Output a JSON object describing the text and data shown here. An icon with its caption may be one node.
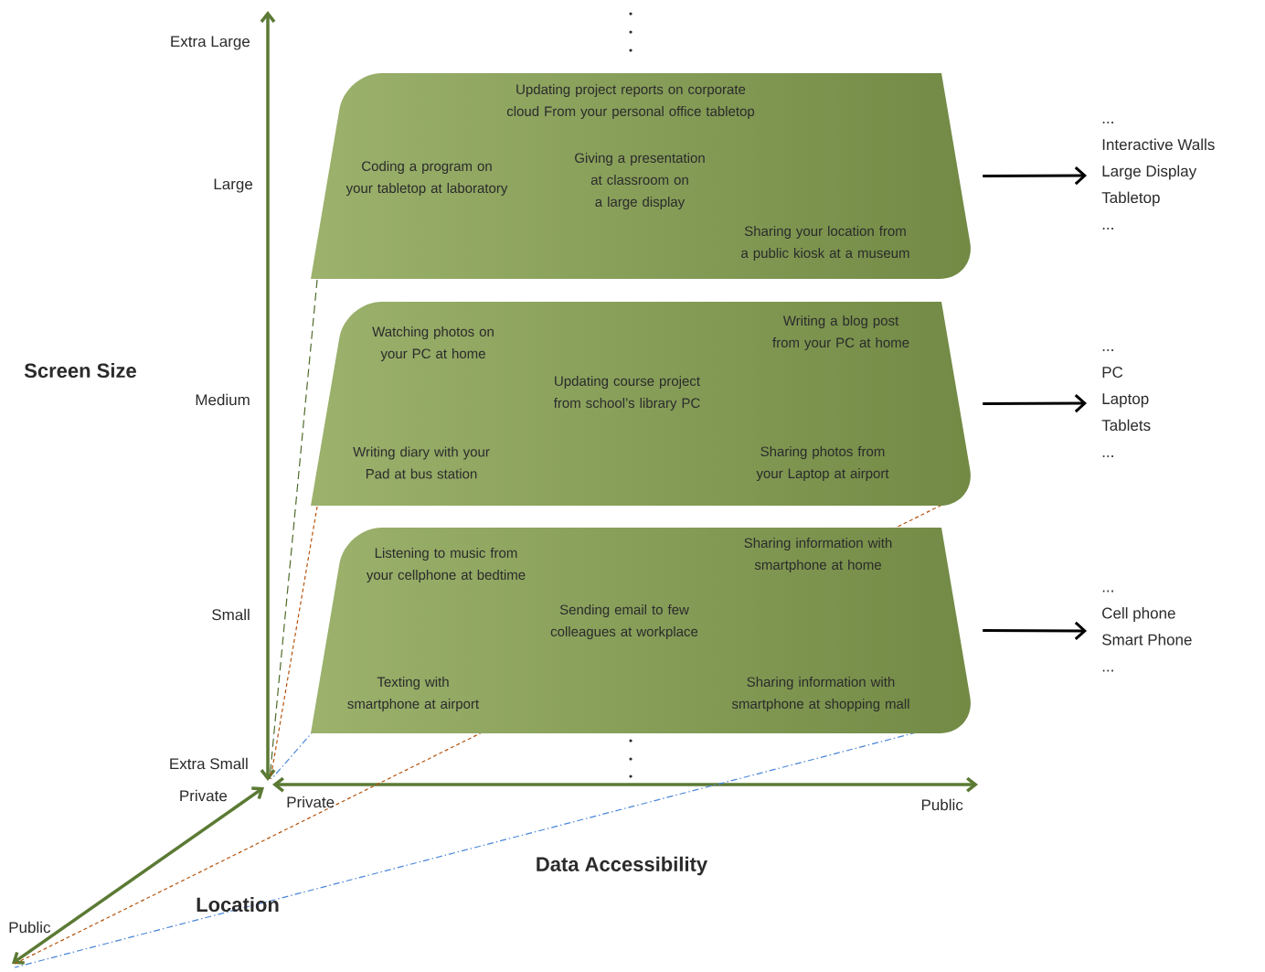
{
  "diagram": {
    "nodes": [
      {
        "text": [
          "Updating project reports on corporate cloud From your personal office tabletop",
          "Coding a program on your tabletop at laboratory",
          "Giving a presentation at classroom on a large display",
          "Sharing your location from a public kiosk at a museum"
        ]
      },
      {
        "text": [
          "Watching photos on your PC at home",
          "Writing a blog post from your PC at home",
          "Updating course project from school’s library PC",
          "Writing diary with your Pad at bus station",
          "Sharing photos from your Laptop at airport"
        ]
      },
      {
        "text": [
          "Listening to music from your cellphone at bedtime",
          "Sharing information with smartphone at home",
          "Sending email to few colleagues at workplace",
          "Texting with smartphone at airport",
          "Sharing information with smartphone at shopping mall"
        ]
      },
      {
        "text": [
          "...",
          "Interactive Walls",
          "Large Display",
          "Tabletop",
          "..."
        ]
      },
      {
        "text": [
          "...",
          "PC",
          "Laptop",
          "Tablets",
          "..."
        ]
      },
      {
        "text": [
          "...",
          "Cell phone",
          "Smart Phone",
          "..."
        ]
      }
    ],
    "edges": [
      {
        "from": 0,
        "to": 3,
        "arrow": "to"
      },
      {
        "from": 1,
        "to": 4,
        "arrow": "to"
      },
      {
        "from": 2,
        "to": 5,
        "arrow": "to"
      }
    ],
    "labels": [
      "Extra Large",
      "Large",
      "Screen Size",
      "Medium",
      "Small",
      "Extra Small",
      "Private",
      "Private",
      "Public",
      "Data Accessibility",
      "Location",
      "Public"
    ]
  }
}
